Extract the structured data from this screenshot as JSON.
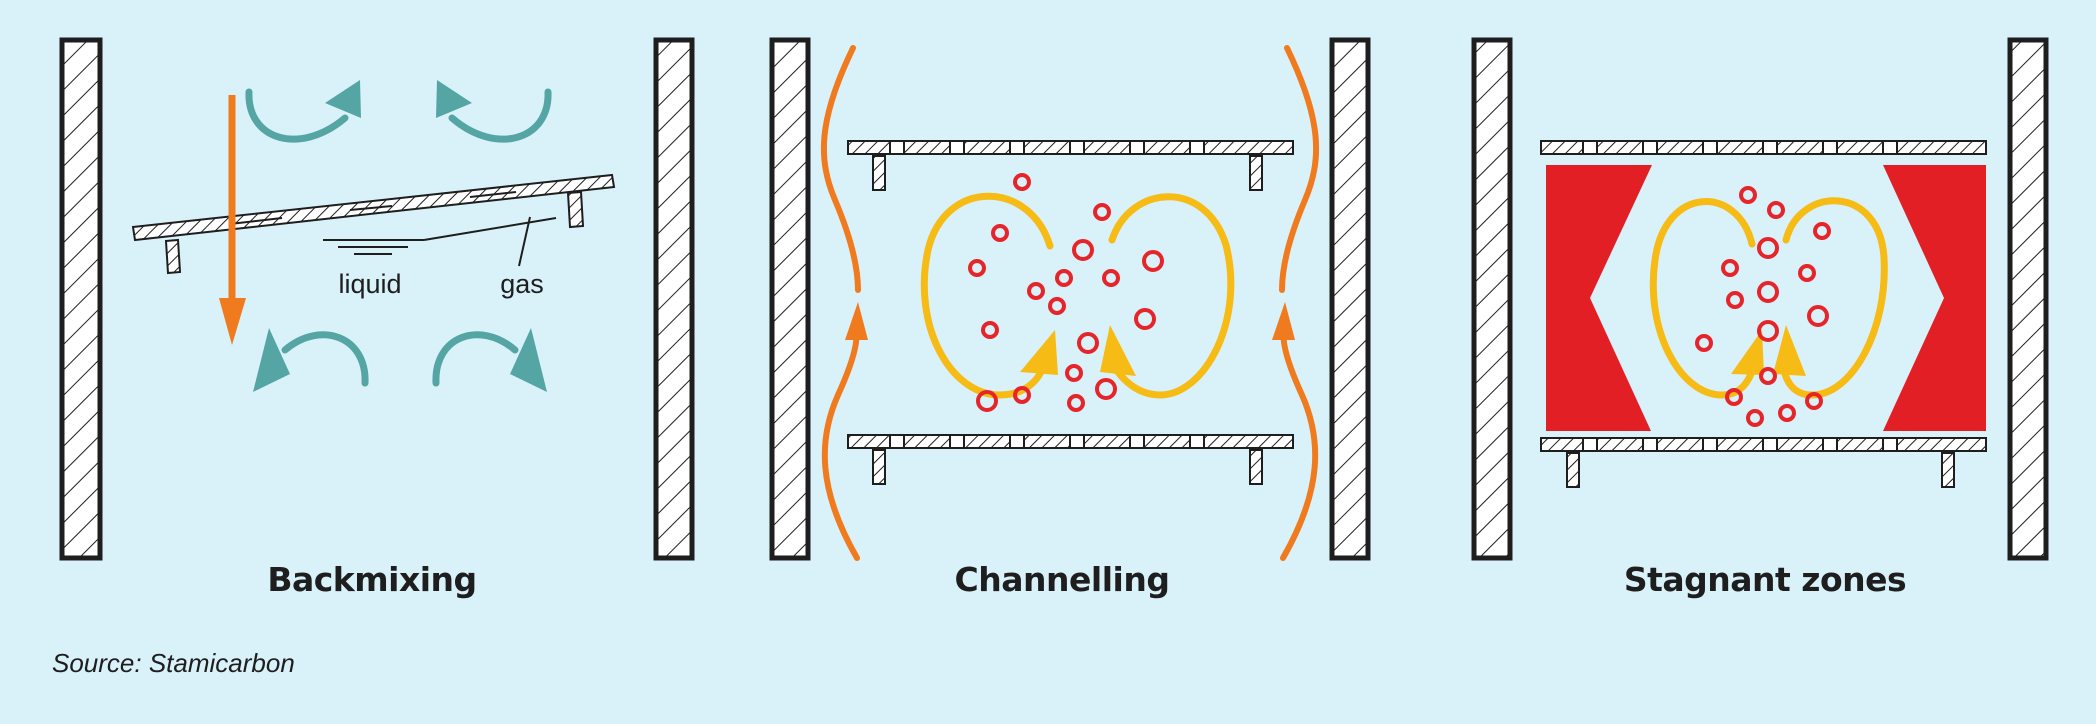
{
  "panels": {
    "backmixing": {
      "title": "Backmixing",
      "label_liquid": "liquid",
      "label_gas": "gas"
    },
    "channelling": {
      "title": "Channelling"
    },
    "stagnant": {
      "title": "Stagnant zones"
    }
  },
  "source": "Source: Stamicarbon",
  "colors": {
    "background": "#d9f1f9",
    "wall": "#1e1e1e",
    "circulation_teal": "#55a5a5",
    "liquid_arrow_orange": "#f07a1e",
    "loop_yellow": "#f6bb14",
    "bubble_red": "#e5252a",
    "stagnant_red": "#e31f26"
  }
}
